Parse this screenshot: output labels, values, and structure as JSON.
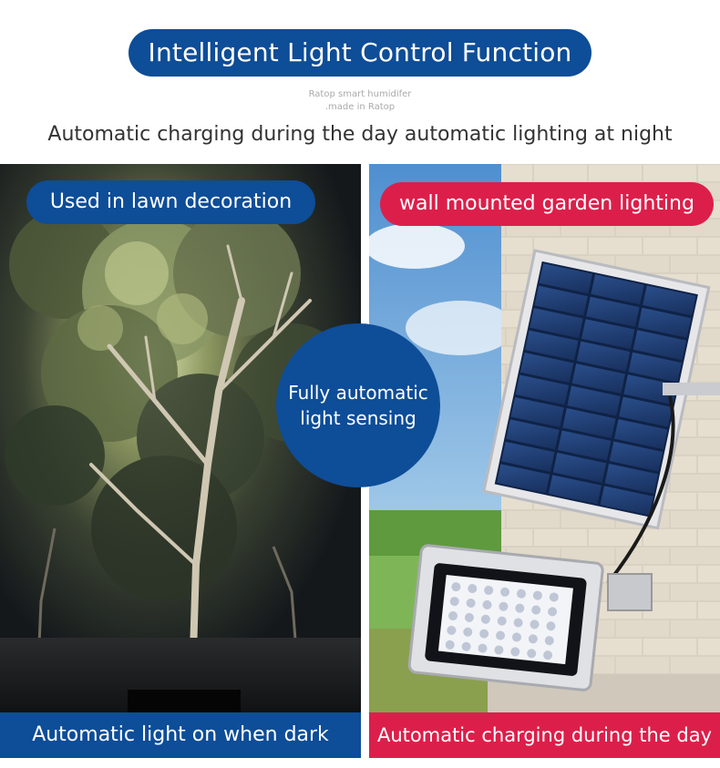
{
  "header": {
    "title": "Intelligent Light Control Function",
    "watermark_line1": "Ratop smart humidifer",
    "watermark_line2": ".made in Ratop",
    "subtitle": "Automatic charging during the day automatic lighting at night"
  },
  "left_panel": {
    "badge": "Used in lawn decoration",
    "caption": "Automatic light on when dark"
  },
  "right_panel": {
    "badge": "wall mounted garden lighting",
    "caption": "Automatic charging during the day"
  },
  "center_badge": {
    "line1": "Fully automatic",
    "line2": "light sensing"
  },
  "colors": {
    "brand_blue": "#0e4d97",
    "accent_red": "#dc1f4a"
  }
}
